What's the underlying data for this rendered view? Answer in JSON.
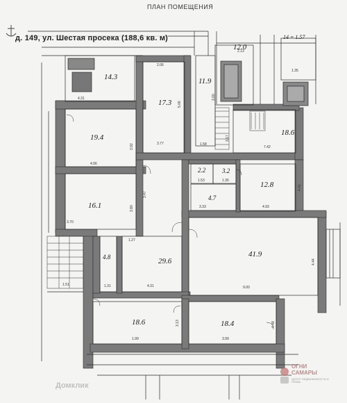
{
  "document": {
    "title": "ПЛАН ПОМЕЩЕНИЯ",
    "header": "д. 149, ул. Шестая просека (188,6 кв. м)"
  },
  "rooms": [
    {
      "id": "r14-3",
      "area": "14.3"
    },
    {
      "id": "r17-3",
      "area": "17.3"
    },
    {
      "id": "r11-9",
      "area": "11.9"
    },
    {
      "id": "r12-0",
      "area": "12.0"
    },
    {
      "id": "r14-1",
      "area": "14 = 1.57"
    },
    {
      "id": "r19-4",
      "area": "19.4"
    },
    {
      "id": "r18-6-top",
      "area": "18.6"
    },
    {
      "id": "r2-2",
      "area": "2.2"
    },
    {
      "id": "r3-2",
      "area": "3.2"
    },
    {
      "id": "r12-8",
      "area": "12.8"
    },
    {
      "id": "r4-7",
      "area": "4.7"
    },
    {
      "id": "r16-1",
      "area": "16.1"
    },
    {
      "id": "r41-9",
      "area": "41.9"
    },
    {
      "id": "r4-8",
      "area": "4.8"
    },
    {
      "id": "r29-6",
      "area": "29.6"
    },
    {
      "id": "r18-6-bottom",
      "area": "18.6"
    },
    {
      "id": "r18-4",
      "area": "18.4"
    }
  ],
  "dimensions": {
    "d1": "2.06",
    "d2": "4.31",
    "d3": "5.06",
    "d4": "3.77",
    "d5": "2.13",
    "d6": "3.00",
    "d7": "1.35",
    "d8": "4.06",
    "d9": "3.92",
    "d10": "3.17",
    "d11": "1.58",
    "d12": "7.42",
    "d13": "1.53",
    "d14": "1.36",
    "d15": "3.33",
    "d16": "4.93",
    "d17": "3.47",
    "d18": "4.41",
    "d19": "9.00",
    "d20": "4.44",
    "d21": "1.27",
    "d22": "1.31",
    "d23": "4.31",
    "d24": "1.99",
    "d25": "3.99",
    "d26": "3.13",
    "d27": "3.70",
    "d28": "3.80",
    "d29": "4.48",
    "d30": "1.51"
  },
  "watermarks": {
    "domclick": "Домклик",
    "ogni1": "ОГНИ",
    "ogni2": "САМАРЫ",
    "ogni3": "ЦЕНТР НЕДВИЖИМОСТИ И ПРАВА"
  },
  "colors": {
    "wall": "#6f6f6f",
    "line": "#2a2a2a",
    "paper": "#f4f4f2"
  }
}
